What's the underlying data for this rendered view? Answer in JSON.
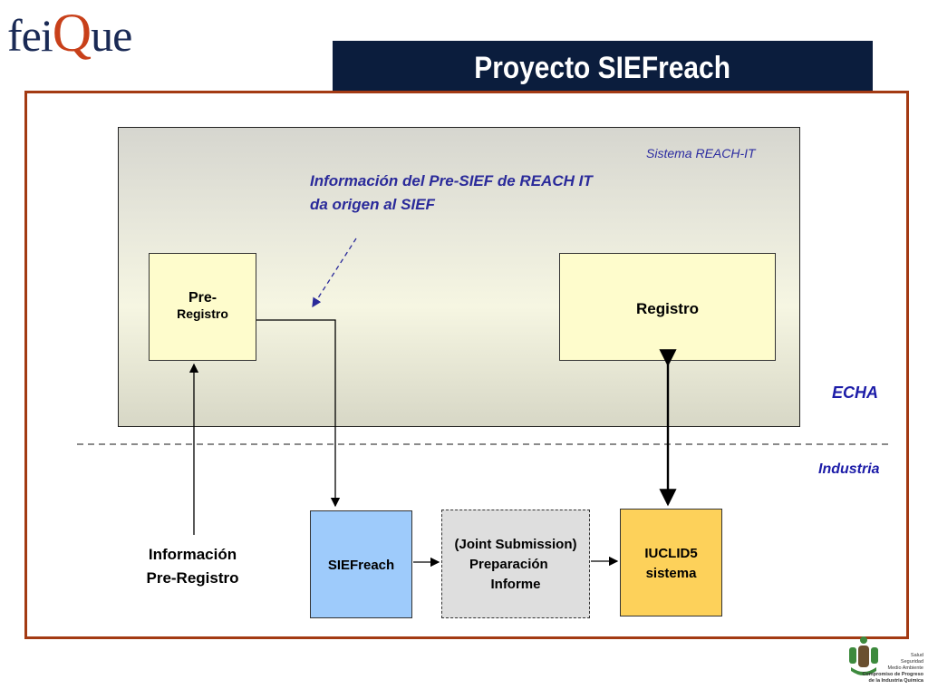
{
  "header": {
    "logo_prefix": "fei",
    "logo_q": "Q",
    "logo_suffix": "ue",
    "title": "Proyecto SIEFreach"
  },
  "diagram": {
    "reach_it_label": "Sistema REACH-IT",
    "note_line1": "Información del Pre-SIEF de REACH IT",
    "note_line2": "da origen al SIEF",
    "pre_registro_line1": "Pre-",
    "pre_registro_line2": "Registro",
    "registro": "Registro",
    "echa_label": "ECHA",
    "industria_label": "Industria",
    "info_pre_line1": "Información",
    "info_pre_line2": "Pre-Registro",
    "siefreach": "SIEFreach",
    "joint_line1": "(Joint Submission)",
    "joint_line2": "Preparación",
    "joint_line3": "Informe",
    "iuclid_line1": "IUCLID5",
    "iuclid_line2": "sistema"
  },
  "footer": {
    "line1": "Salud",
    "line2": "Seguridad",
    "line3": "Medio Ambiente",
    "line4": "Compromiso de Progreso",
    "line5": "de la Industria Química"
  },
  "colors": {
    "title_bg": "#0b1d3d",
    "frame": "#a33a13",
    "box_yellow": "#fefccc",
    "siefreach_blue": "#9ecbfb",
    "joint_grey": "#dedede",
    "iuclid_orange": "#fdd15a",
    "label_blue": "#1c1ca8"
  }
}
